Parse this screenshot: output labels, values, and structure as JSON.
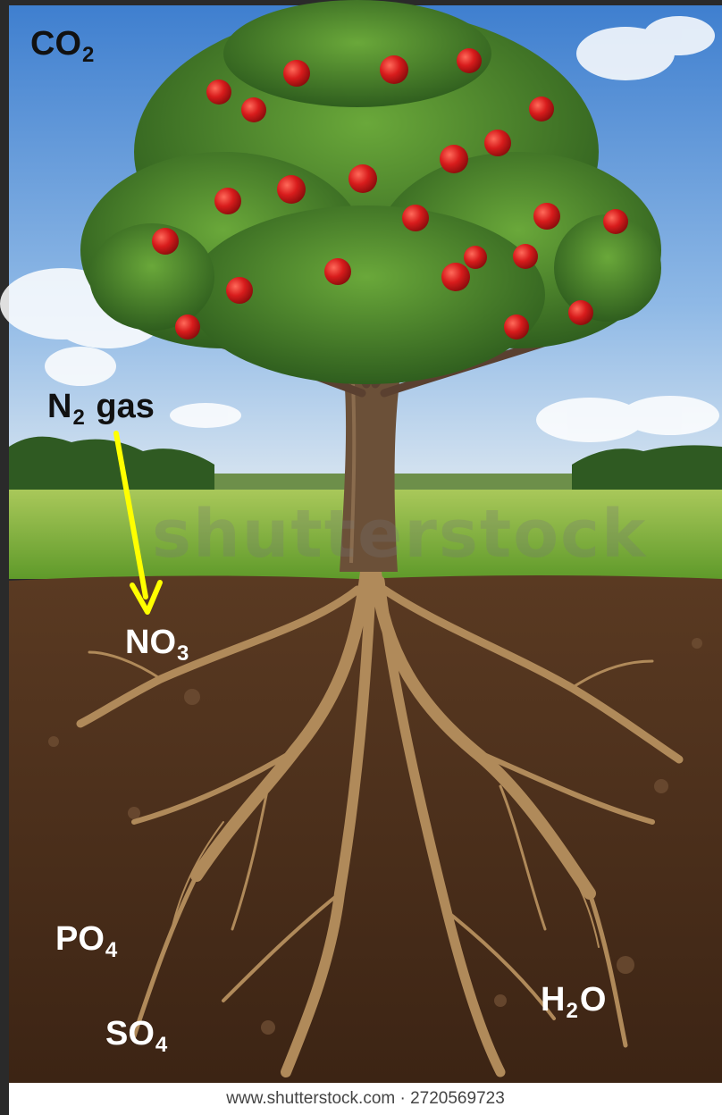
{
  "labels": {
    "co2": {
      "main": "CO",
      "sub": "2"
    },
    "n2gas": {
      "main": "N",
      "sub": "2",
      "suffix": " gas"
    },
    "no3": {
      "main": "NO",
      "sub": "3"
    },
    "po4": {
      "main": "PO",
      "sub": "4"
    },
    "so4": {
      "main": "SO",
      "sub": "4"
    },
    "h2o": {
      "main": "H",
      "sub": "2",
      "suffix": "O"
    }
  },
  "watermark": "shutterstock",
  "footer": "www.shutterstock.com · 2720569723",
  "colors": {
    "sky": "#5b93d6",
    "foliage": "#3f7a2a",
    "apple": "#d01818",
    "grass": "#7fb43a",
    "soil": "#4a2e1a",
    "root": "#b08a5a",
    "arrow": "#ffff00"
  }
}
